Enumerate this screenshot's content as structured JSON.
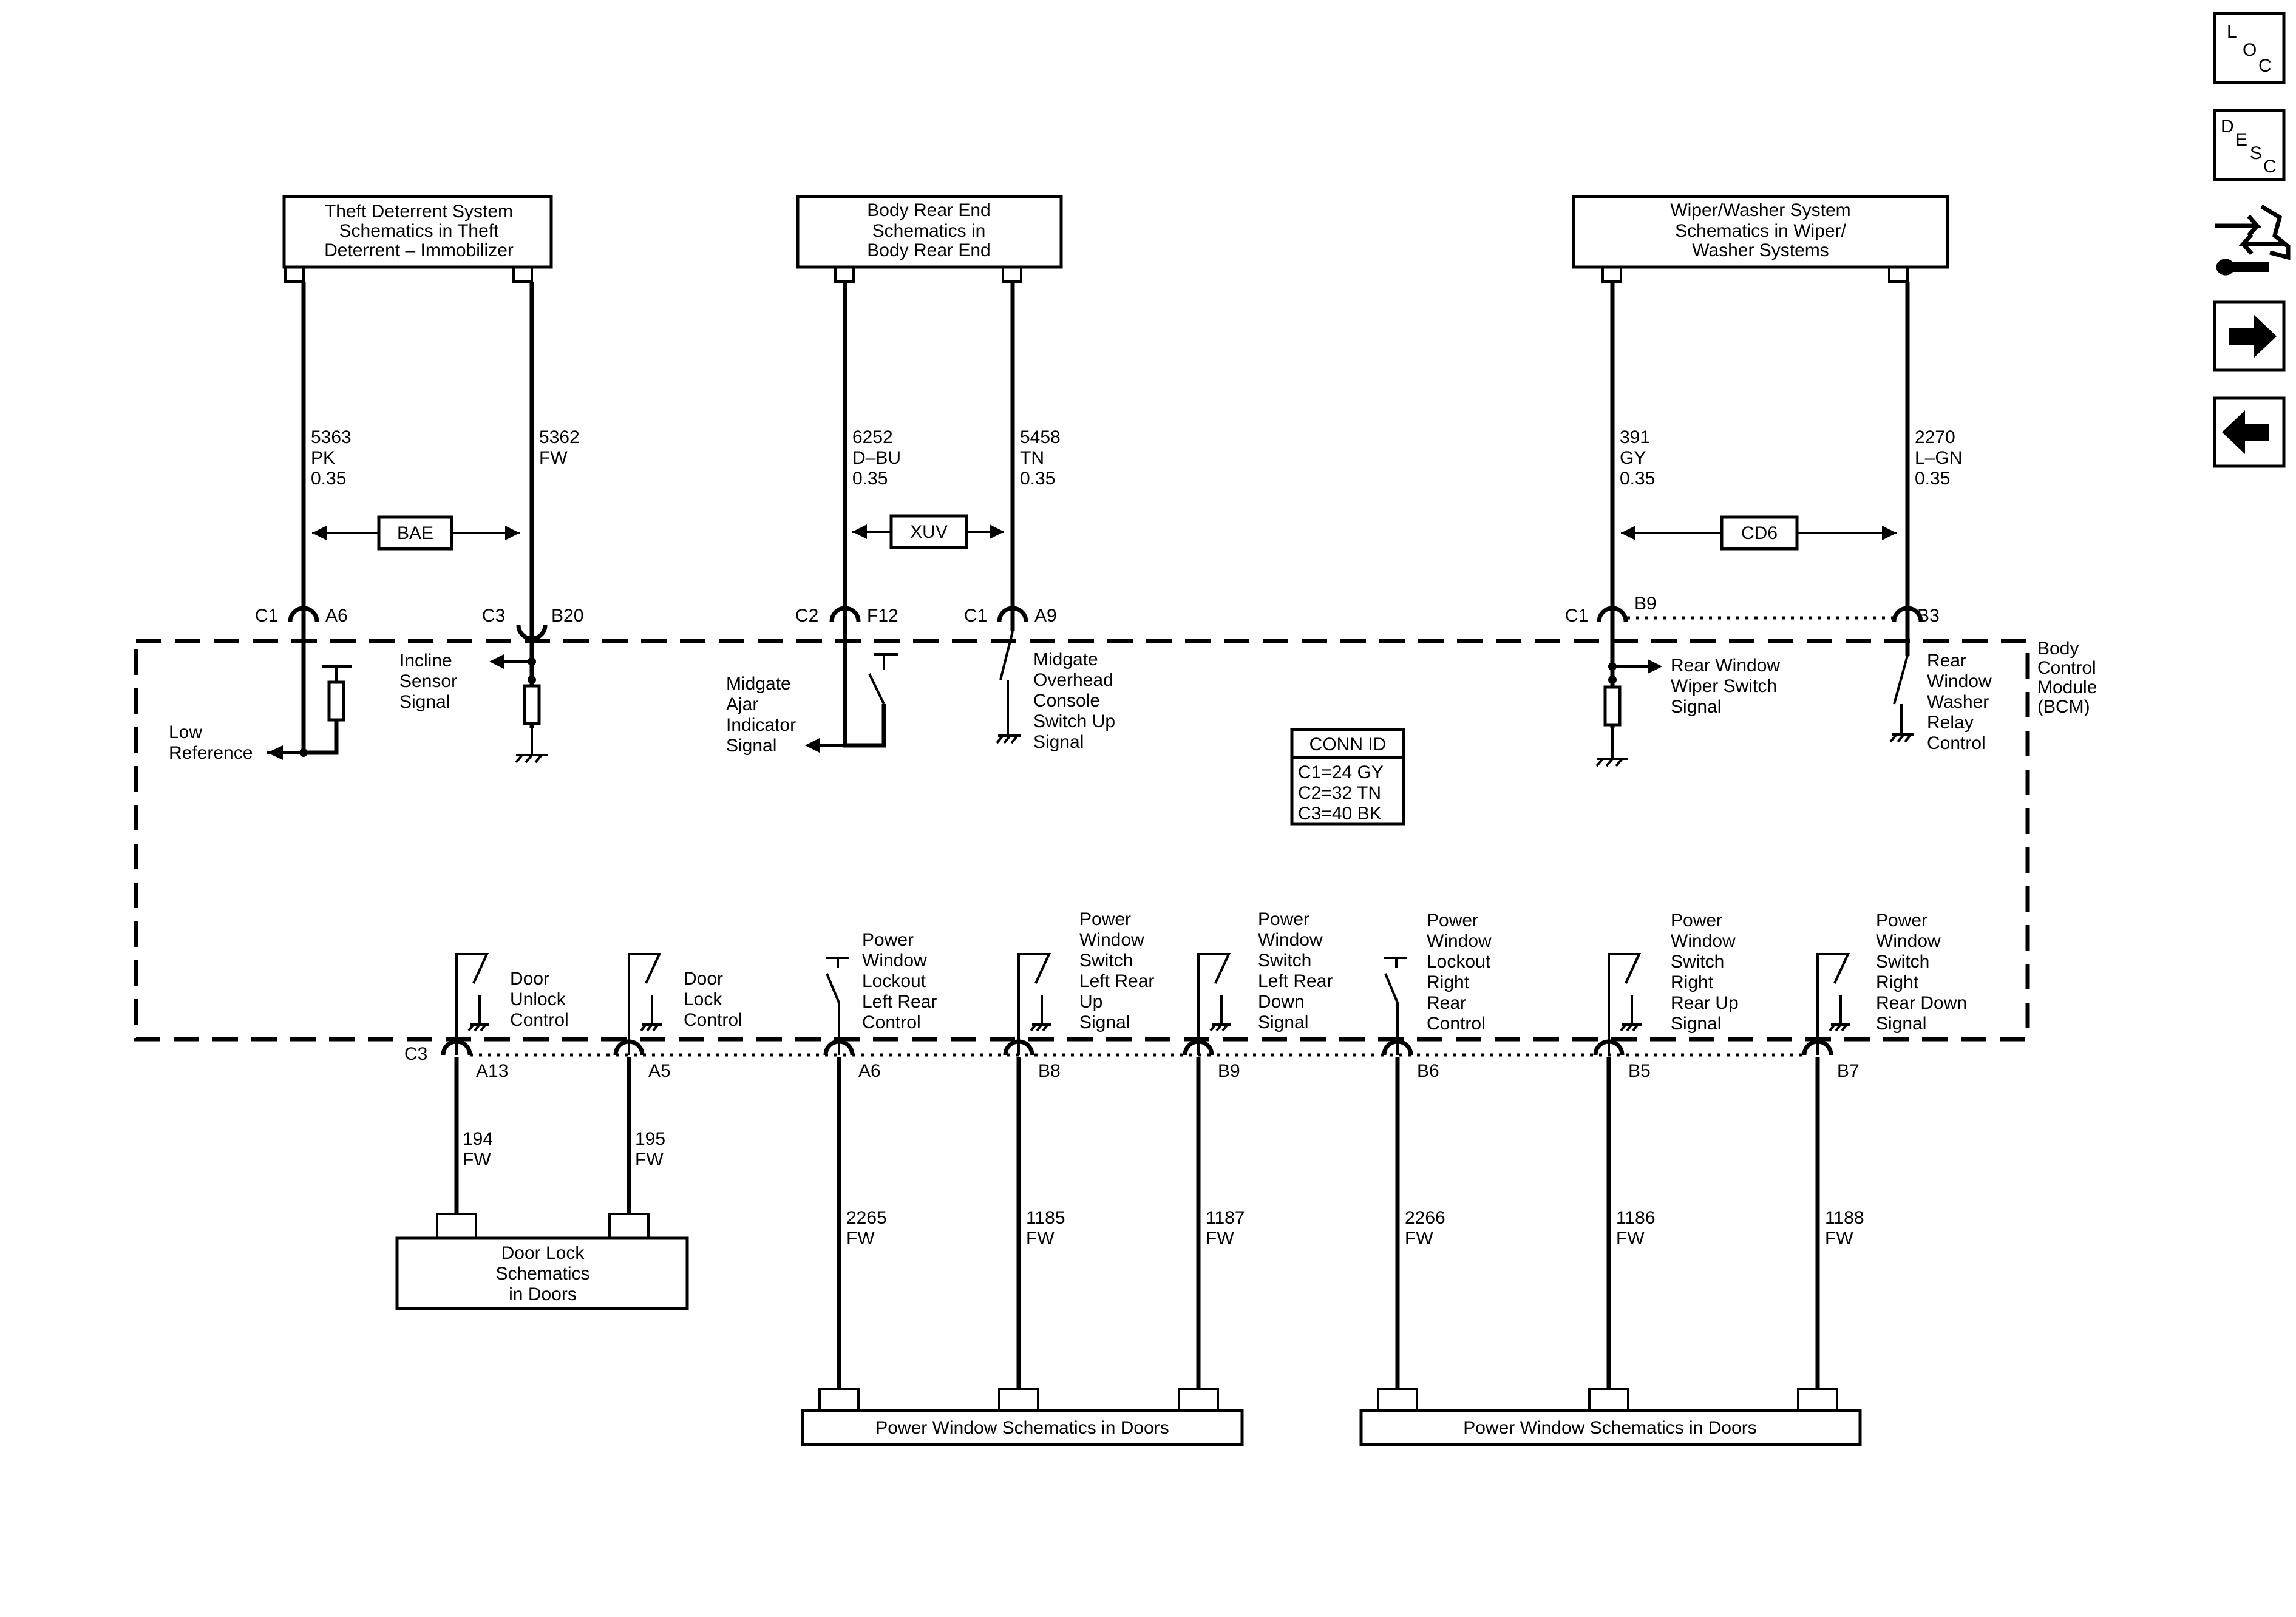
{
  "nav": {
    "loc": [
      "L",
      "O",
      "C"
    ],
    "desc": [
      "D",
      "E",
      "S",
      "C"
    ]
  },
  "top_boxes": {
    "theft": [
      "Theft Deterrent System",
      "Schematics in Theft",
      "Deterrent – Immobilizer"
    ],
    "body_rear": [
      "Body Rear End",
      "Schematics in",
      "Body Rear End"
    ],
    "wiper": [
      "Wiper/Washer System",
      "Schematics in Wiper/",
      "Washer Systems"
    ]
  },
  "bottom_boxes": {
    "door_lock": [
      "Door Lock",
      "Schematics",
      "in Doors"
    ],
    "pw_left": "Power Window Schematics in Doors",
    "pw_right": "Power Window Schematics in Doors"
  },
  "options": {
    "bae": "BAE",
    "xuv": "XUV",
    "cd6": "CD6"
  },
  "module_label": [
    "Body",
    "Control",
    "Module",
    "(BCM)"
  ],
  "conn_id": {
    "title": "CONN ID",
    "lines": [
      "C1=24 GY",
      "C2=32 TN",
      "C3=40 BK"
    ]
  },
  "top_circuits": [
    {
      "lines": [
        "5363",
        "PK",
        "0.35"
      ],
      "conn": "C1",
      "pin": "A6",
      "label": []
    },
    {
      "lines": [
        "5362",
        "FW"
      ],
      "conn": "C3",
      "pin": "B20",
      "label": [
        "Incline",
        "Sensor",
        "Signal"
      ]
    },
    {
      "lines": [
        "6252",
        "D–BU",
        "0.35"
      ],
      "conn": "C2",
      "pin": "F12",
      "label": [
        "Midgate",
        "Ajar",
        "Indicator",
        "Signal"
      ]
    },
    {
      "lines": [
        "5458",
        "TN",
        "0.35"
      ],
      "conn": "C1",
      "pin": "A9",
      "label": [
        "Midgate",
        "Overhead",
        "Console",
        "Switch Up",
        "Signal"
      ]
    },
    {
      "lines": [
        "391",
        "GY",
        "0.35"
      ],
      "conn": "C1",
      "pin": "B9",
      "label": [
        "Rear Window",
        "Wiper Switch",
        "Signal"
      ]
    },
    {
      "lines": [
        "2270",
        "L–GN",
        "0.35"
      ],
      "conn": "",
      "pin": "B3",
      "label": [
        "Rear",
        "Window",
        "Washer",
        "Relay",
        "Control"
      ]
    }
  ],
  "low_reference": [
    "Low",
    "Reference"
  ],
  "bottom_circuits": [
    {
      "conn": "C3",
      "pin": "A13",
      "wire": [
        "194",
        "FW"
      ],
      "label": [
        "Door",
        "Unlock",
        "Control"
      ]
    },
    {
      "conn": "",
      "pin": "A5",
      "wire": [
        "195",
        "FW"
      ],
      "label": [
        "Door",
        "Lock",
        "Control"
      ]
    },
    {
      "conn": "",
      "pin": "A6",
      "wire": [
        "2265",
        "FW"
      ],
      "label": [
        "Power",
        "Window",
        "Lockout",
        "Left Rear",
        "Control"
      ]
    },
    {
      "conn": "",
      "pin": "B8",
      "wire": [
        "1185",
        "FW"
      ],
      "label": [
        "Power",
        "Window",
        "Switch",
        "Left Rear",
        "Up",
        "Signal"
      ]
    },
    {
      "conn": "",
      "pin": "B9",
      "wire": [
        "1187",
        "FW"
      ],
      "label": [
        "Power",
        "Window",
        "Switch",
        "Left Rear",
        "Down",
        "Signal"
      ]
    },
    {
      "conn": "",
      "pin": "B6",
      "wire": [
        "2266",
        "FW"
      ],
      "label": [
        "Power",
        "Window",
        "Lockout",
        "Right",
        "Rear",
        "Control"
      ]
    },
    {
      "conn": "",
      "pin": "B5",
      "wire": [
        "1186",
        "FW"
      ],
      "label": [
        "Power",
        "Window",
        "Switch",
        "Right",
        "Rear Up",
        "Signal"
      ]
    },
    {
      "conn": "",
      "pin": "B7",
      "wire": [
        "1188",
        "FW"
      ],
      "label": [
        "Power",
        "Window",
        "Switch",
        "Right",
        "Rear Down",
        "Signal"
      ]
    }
  ]
}
